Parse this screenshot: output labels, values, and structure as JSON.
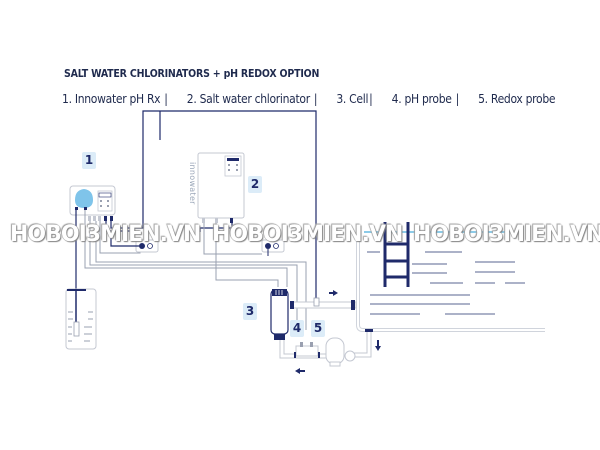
{
  "header": {
    "title": "SALT WATER CHLORINATORS + pH REDOX OPTION"
  },
  "legend": {
    "items": [
      {
        "number": "1.",
        "label": "Innowater pH Rx"
      },
      {
        "number": "2.",
        "label": "Salt water chlorinator"
      },
      {
        "number": "3.",
        "label": "Cell"
      },
      {
        "number": "4.",
        "label": "pH probe"
      },
      {
        "number": "5.",
        "label": "Redox probe"
      }
    ],
    "separator": "|",
    "text": {
      "item1": "1. Innowater pH Rx",
      "item2": "2. Salt water chlorinator",
      "item3": "3. Cell",
      "item4": "4. pH probe",
      "item5": "5. Redox probe"
    }
  },
  "badges": {
    "b1": "1",
    "b2": "2",
    "b3": "3",
    "b4": "4",
    "b5": "5"
  },
  "device": {
    "brand": "innowater"
  },
  "watermark": {
    "text": "HOBOI3MIEN.VN"
  },
  "colors": {
    "line_dark": "#1f2a6a",
    "line_grey": "#9aa0b0",
    "badge_bg": "#dcecf8",
    "pump_head": "#7fc4ea",
    "water_line": "#8ccbe8"
  }
}
